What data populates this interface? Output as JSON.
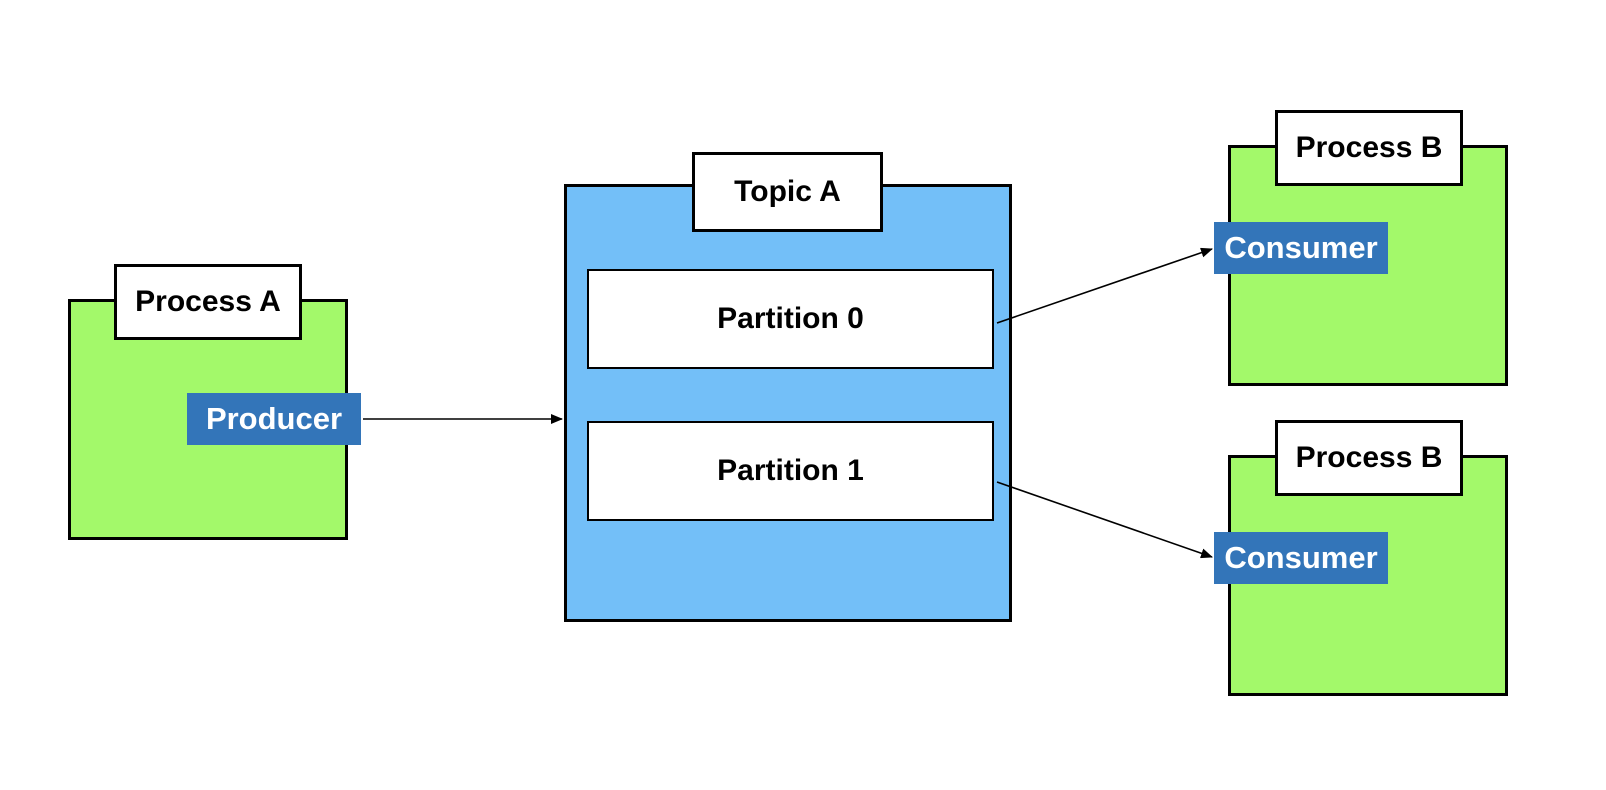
{
  "colors": {
    "process_fill": "#a3f96a",
    "topic_fill": "#73bff8",
    "client_fill": "#3375b9",
    "outline": "#000000"
  },
  "process_a": {
    "title": "Process A",
    "producer_label": "Producer"
  },
  "topic_a": {
    "title": "Topic A",
    "partitions": [
      {
        "label": "Partition 0"
      },
      {
        "label": "Partition 1"
      }
    ]
  },
  "process_b_top": {
    "title": "Process B",
    "consumer_label": "Consumer"
  },
  "process_b_bottom": {
    "title": "Process B",
    "consumer_label": "Consumer"
  },
  "edges": [
    {
      "from": "producer",
      "to": "topic-a"
    },
    {
      "from": "partition-0",
      "to": "consumer-top"
    },
    {
      "from": "partition-1",
      "to": "consumer-bottom"
    }
  ]
}
